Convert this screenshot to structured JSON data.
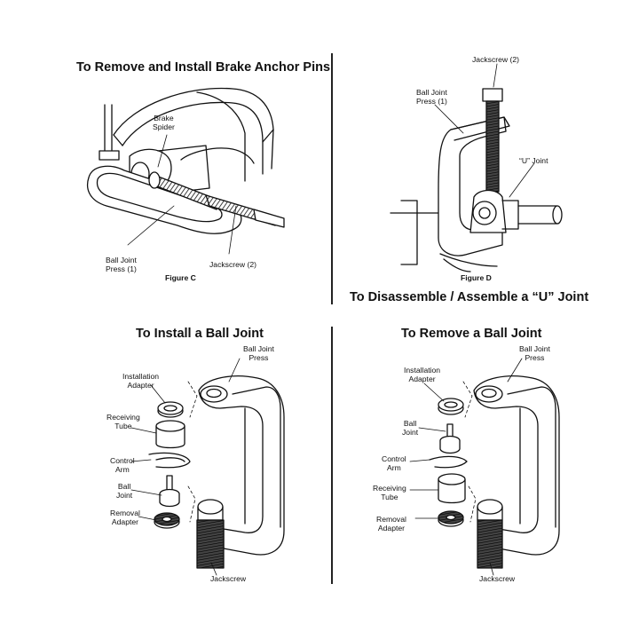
{
  "titles": {
    "anchor_pins": "To Remove and Install Brake Anchor Pins",
    "u_joint": "To Disassemble / Assemble a “U” Joint",
    "install_ball_joint": "To Install a Ball Joint",
    "remove_ball_joint": "To Remove a Ball Joint"
  },
  "figure_c": {
    "brake_spider": [
      "Brake",
      "Spider"
    ],
    "ball_joint_press": [
      "Ball Joint",
      "Press (1)"
    ],
    "jackscrew": "Jackscrew (2)",
    "caption": "Figure C"
  },
  "figure_d": {
    "jackscrew": "Jackscrew (2)",
    "ball_joint_press": [
      "Ball Joint",
      "Press (1)"
    ],
    "u_joint": "“U” Joint",
    "caption": "Figure D"
  },
  "install": {
    "ball_joint_press": [
      "Ball Joint",
      "Press"
    ],
    "installation_adapter": [
      "Installation",
      "Adapter"
    ],
    "receiving_tube": [
      "Receiving",
      "Tube"
    ],
    "control_arm": [
      "Control",
      "Arm"
    ],
    "ball_joint": [
      "Ball",
      "Joint"
    ],
    "removal_adapter": [
      "Removal",
      "Adapter"
    ],
    "jackscrew": "Jackscrew"
  },
  "remove": {
    "ball_joint_press": [
      "Ball Joint",
      "Press"
    ],
    "installation_adapter": [
      "Installation",
      "Adapter"
    ],
    "ball_joint": [
      "Ball",
      "Joint"
    ],
    "control_arm": [
      "Control",
      "Arm"
    ],
    "receiving_tube": [
      "Receiving",
      "Tube"
    ],
    "removal_adapter": [
      "Removal",
      "Adapter"
    ],
    "jackscrew": "Jackscrew"
  }
}
